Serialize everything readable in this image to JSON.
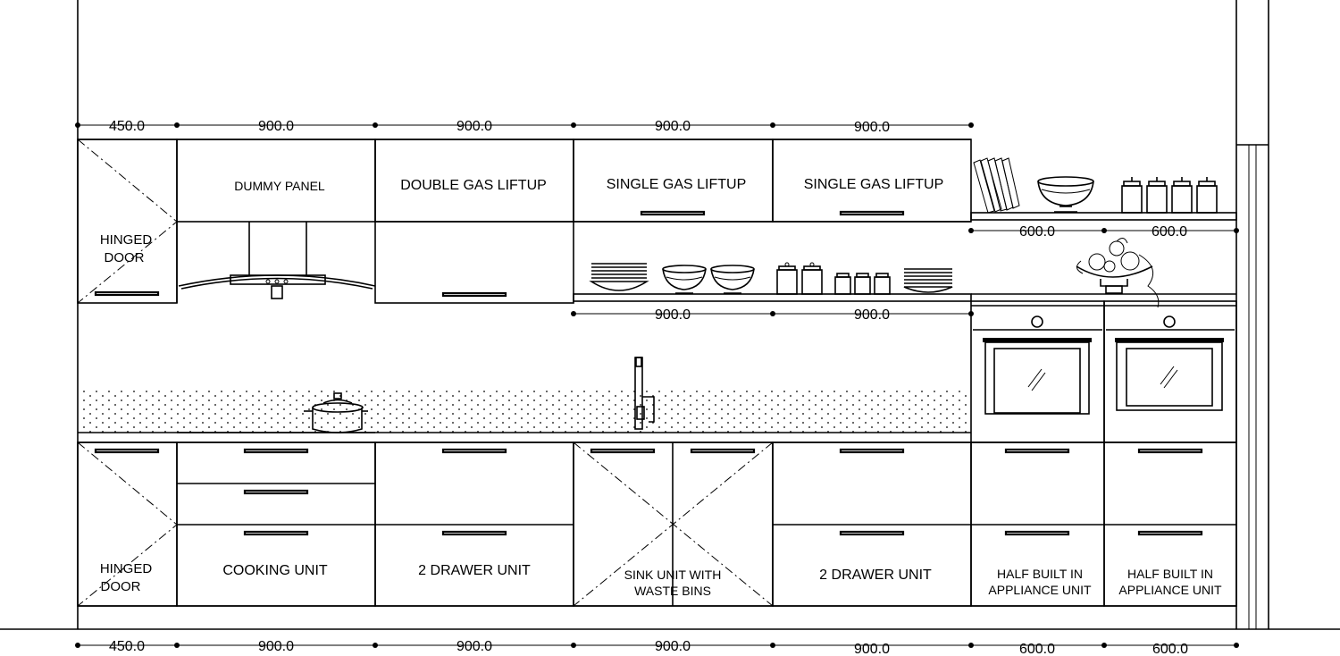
{
  "upper_dimensions": [
    "450.0",
    "900.0",
    "900.0",
    "900.0",
    "900.0"
  ],
  "shelf_dimensions": [
    "600.0",
    "600.0"
  ],
  "mid_shelf_dimensions": [
    "900.0",
    "900.0"
  ],
  "bottom_dimensions": [
    "450.0",
    "900.0",
    "900.0",
    "900.0",
    "900.0",
    "600.0",
    "600.0"
  ],
  "wall_units": {
    "hinged_door": [
      "HINGED",
      "DOOR"
    ],
    "dummy_panel": "DUMMY PANEL",
    "double_gas_liftup": "DOUBLE GAS LIFTUP",
    "single_gas_liftup_1": "SINGLE GAS LIFTUP",
    "single_gas_liftup_2": "SINGLE GAS LIFTUP"
  },
  "base_units": {
    "hinged_door": [
      "HINGED",
      "DOOR"
    ],
    "cooking_unit": "COOKING UNIT",
    "drawer_unit_1": "2 DRAWER UNIT",
    "sink_unit": [
      "SINK UNIT WITH",
      "WASTE BINS"
    ],
    "drawer_unit_2": "2 DRAWER UNIT",
    "appliance_unit_1": [
      "HALF BUILT IN",
      "APPLIANCE UNIT"
    ],
    "appliance_unit_2": [
      "HALF BUILT IN",
      "APPLIANCE UNIT"
    ]
  }
}
